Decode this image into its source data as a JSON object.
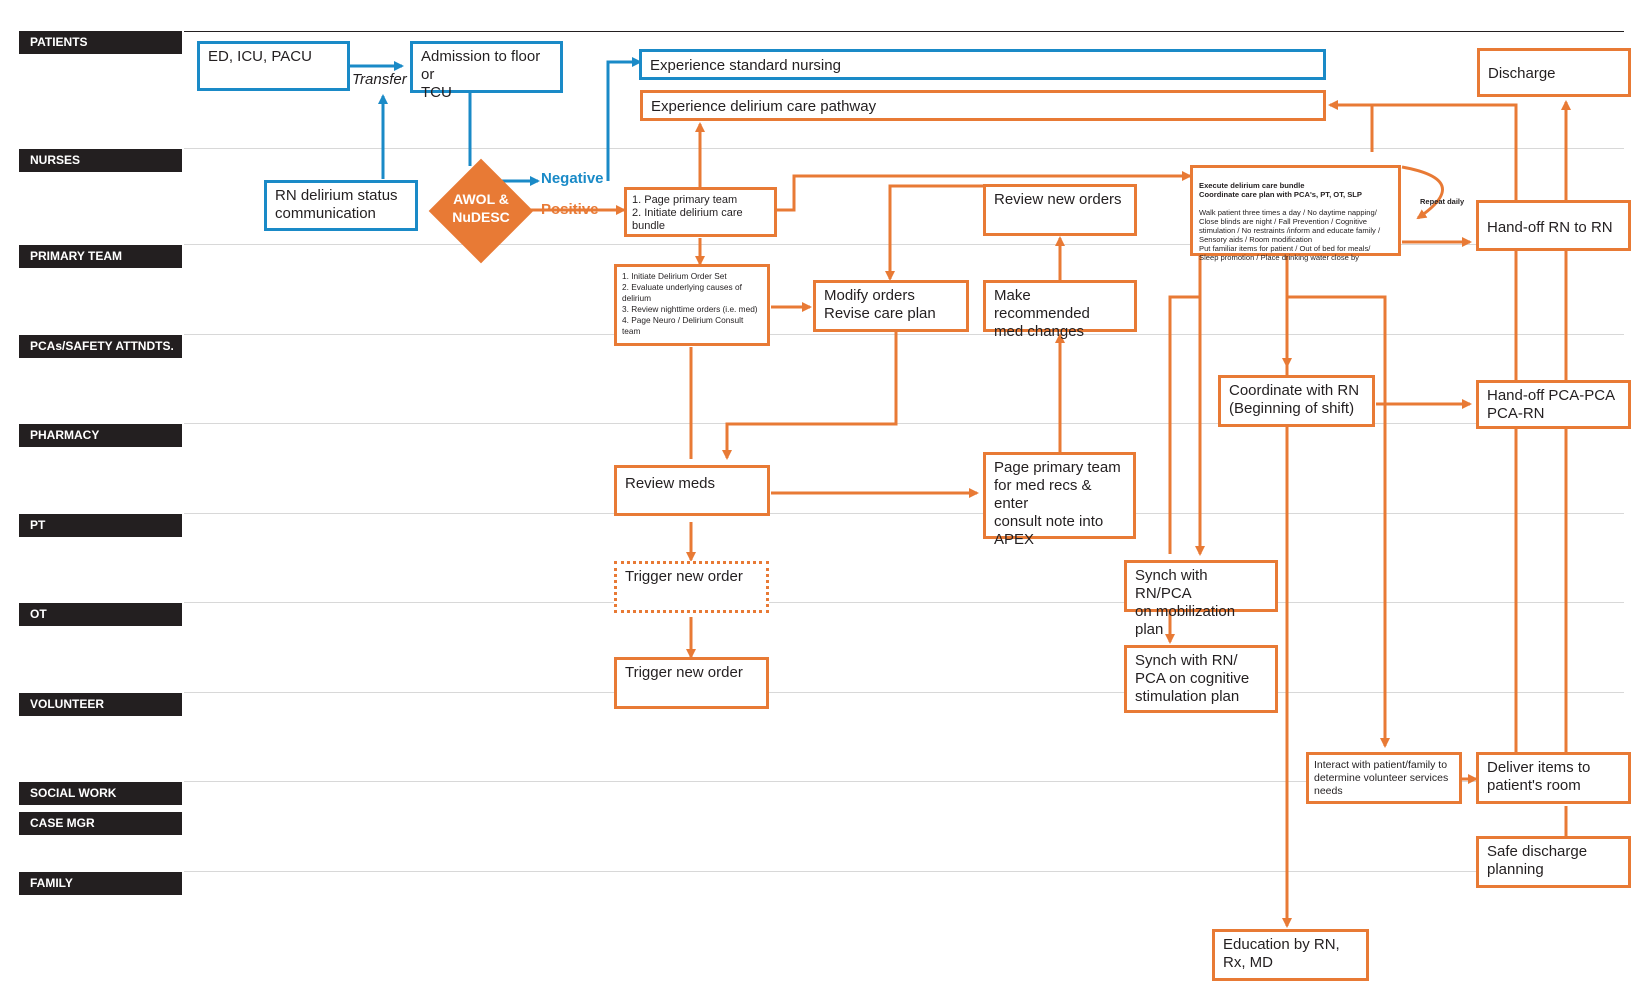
{
  "lanes": [
    "PATIENTS",
    "NURSES",
    "PRIMARY TEAM",
    "PCAs/SAFETY ATTNDTS.",
    "PHARMACY",
    "PT",
    "OT",
    "VOLUNTEER",
    "SOCIAL WORK",
    "CASE MGR",
    "FAMILY"
  ],
  "nodes": {
    "ed_icu": "ED, ICU, PACU",
    "admission": "Admission to floor or\nTCU",
    "exp_standard": "Experience standard nursing",
    "exp_delirium": "Experience delirium care pathway",
    "discharge": "Discharge",
    "rn_status": "RN delirium status\ncommunication",
    "awol": "AWOL &\nNuDESC",
    "page_primary": "1. Page primary team\n2. Initiate delirium care\nbundle",
    "review_orders": "Review new orders",
    "bundle_title": "Execute delirium care bundle\nCoordinate care plan with PCA's, PT, OT, SLP",
    "bundle_body": "Walk patient three times a day / No daytime napping/\nClose blinds are night / Fall Prevention  / Cognitive\nstimulation / No restraints /inform and educate family /\nSensory aids / Room modification\nPut familiar items for patient / Out of bed for meals/\nSleep promotion / Place drinking water close by",
    "repeat_daily": "Repeat daily",
    "handoff_rn": "Hand-off RN to RN",
    "initiate_orders": "1. Initiate Delirium Order Set\n2. Evaluate underlying causes of\ndelirium\n3. Review nighttime orders (i.e. med)\n4. Page Neuro / Delirium Consult\nteam",
    "modify_orders": "Modify orders\nRevise care plan",
    "make_med": "Make recommended\nmed changes",
    "coordinate_rn": "Coordinate with RN\n(Beginning of shift)",
    "handoff_pca": "Hand-off PCA-PCA\nPCA-RN",
    "review_meds": "Review meds",
    "page_med_recs": "Page primary team\nfor med recs & enter\nconsult note into\nAPEX",
    "trigger_pt": "Trigger new order",
    "synch_mob": "Synch with RN/PCA\non mobilization plan",
    "trigger_ot": "Trigger new order",
    "synch_cog": "Synch with RN/\nPCA on cognitive\nstimulation plan",
    "interact_vol": "Interact with patient/family to\ndetermine volunteer services\nneeds",
    "deliver_items": "Deliver items to\npatient's room",
    "safe_discharge": "Safe discharge\nplanning",
    "education": "Education by RN,\nRx, MD"
  },
  "labels": {
    "transfer": "Transfer",
    "negative": "Negative",
    "positive": "Positive"
  },
  "colors": {
    "orange": "#e87a35",
    "blue": "#1a8ac7",
    "lane": "#231f20"
  }
}
